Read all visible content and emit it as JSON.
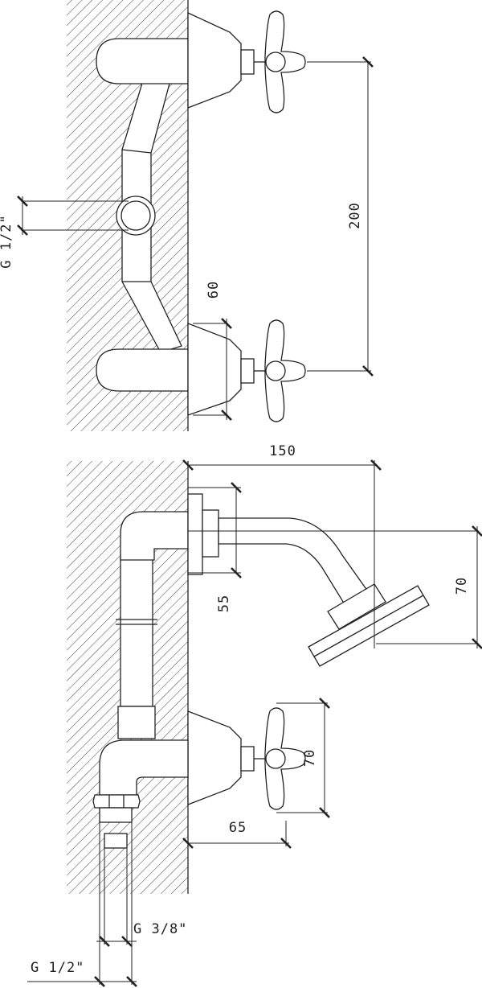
{
  "labels": {
    "top_g_half": "G 1/2\"",
    "dim_200": "200",
    "dim_60": "60",
    "dim_150": "150",
    "dim_55": "55",
    "dim_70_spout": "70",
    "dim_70_handle": "70",
    "dim_65": "65",
    "g_three_eighths": "G 3/8\"",
    "bottom_g_half": "G 1/2\""
  },
  "colors": {
    "line": "#222222",
    "background": "#ffffff"
  }
}
